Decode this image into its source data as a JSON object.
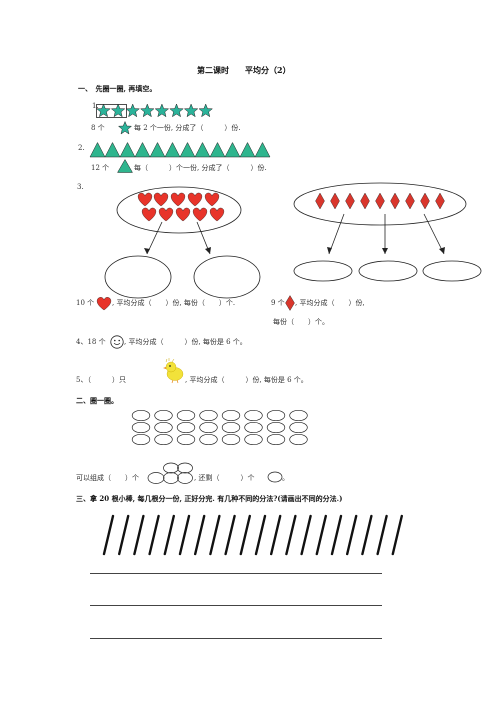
{
  "title": "第二课时　　平均分（2）",
  "section1": {
    "heading": "一、　先圈一圈, 再填空。",
    "q1": {
      "num": "1.",
      "a": "8 个",
      "b": "每 2 个一份, 分成了（　　　）份."
    },
    "q2": {
      "num": "2.",
      "a": "12 个",
      "b": "每（　　　）个一份, 分成了（　　　）份."
    },
    "q3": {
      "num": "3.",
      "left": "10 个",
      "left_b": ", 平均分成（　　）份, 每份（　　）个.",
      "right": "9 个",
      "right_b": ", 平均分成（　　）份,",
      "right_c": "每份（　　）个。"
    },
    "q4": {
      "a": "4、18 个",
      "b": ", 平均分成（　　　）份, 每份是 6 个。"
    },
    "q5": {
      "a": "5、（　　　）只",
      "b": ", 平均分成（　　　）份, 每份是 6 个。"
    }
  },
  "section2": {
    "heading": "二、圈一圈。",
    "answer_a": "可以组成（　　）个",
    "answer_b": ", 还剩（　　　）个",
    "answer_c": "。"
  },
  "section3": {
    "heading": "三、拿 20 根小棒, 每几根分一份, 正好分完. 有几种不同的分法?(请画出不同的分法.)",
    "stick_count": 20
  },
  "colors": {
    "star": "#2bb39a",
    "triangle": "#2fb58e",
    "heart": "#e8342a",
    "diamond": "#d9362c",
    "chick": "#f2e23a"
  }
}
